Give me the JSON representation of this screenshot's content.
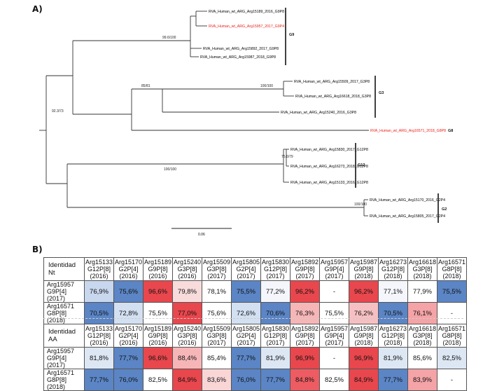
{
  "panel_a_label": "A)",
  "panel_b_label": "B)",
  "tree": {
    "leaves": [
      {
        "id": "l1",
        "label": "RVA_Human_wt_ARG_Arg15189_2016_G9P8",
        "color": "#222222"
      },
      {
        "id": "l2",
        "label": "RVA_Human_wt_ARG_Arg15957_2017_G9P4",
        "color": "#e8211b"
      },
      {
        "id": "l3",
        "label": "RVA_Human_wt_ARG_Arg15892_2017_G9P8",
        "color": "#222222"
      },
      {
        "id": "l4",
        "label": "RVA_Human_wt_ARG_Arg15987_2018_G9P8",
        "color": "#222222"
      },
      {
        "id": "l5",
        "label": "RVA_Human_wt_ARG_Arg15509_2017_G3P8",
        "color": "#222222"
      },
      {
        "id": "l6",
        "label": "RVA_Human_wt_ARG_Arg16618_2018_G3P8",
        "color": "#222222"
      },
      {
        "id": "l7",
        "label": "RVA_Human_wt_ARG_Arg15240_2016_G3P8",
        "color": "#222222"
      },
      {
        "id": "l8",
        "label": "RVA_Human_wt_ARG_Arg16571_2018_G8P8",
        "color": "#e8211b"
      },
      {
        "id": "l9",
        "label": "RVA_Human_wt_ARG_Arg15830_2017_G12P8",
        "color": "#222222"
      },
      {
        "id": "l10",
        "label": "RVA_Human_wt_ARG_Arg16273_2018_G12P8",
        "color": "#222222"
      },
      {
        "id": "l11",
        "label": "RVA_Human_wt_ARG_Arg15133_2016_G12P8",
        "color": "#222222"
      },
      {
        "id": "l12",
        "label": "RVA_Human_wt_ARG_Arg15170_2016_G2P4",
        "color": "#222222"
      },
      {
        "id": "l13",
        "label": "RVA_Human_wt_ARG_Arg15805_2017_G2P4",
        "color": "#222222"
      }
    ],
    "support_labels": [
      "99.6/100",
      "85/81",
      "100/100",
      "92.3/73",
      "75.6/79",
      "100/100",
      "100/100"
    ],
    "clades": [
      "G9",
      "G3",
      "G8",
      "G12",
      "G2"
    ],
    "scale_label": "0.06"
  },
  "columns": [
    {
      "id": "Arg15133",
      "line1": "Arg15133",
      "line2": "G12P[8]",
      "line3": "(2016)"
    },
    {
      "id": "Arg15170",
      "line1": "Arg15170",
      "line2": "G2P[4]",
      "line3": "(2016)"
    },
    {
      "id": "Arg15189",
      "line1": "Arg15189",
      "line2": "G9P[8]",
      "line3": "(2016)"
    },
    {
      "id": "Arg15240",
      "line1": "Arg15240",
      "line2": "G3P[8]",
      "line3": "(2016)"
    },
    {
      "id": "Arg15509",
      "line1": "Arg15509",
      "line2": "G3P[8]",
      "line3": "(2017)"
    },
    {
      "id": "Arg15805",
      "line1": "Arg15805",
      "line2": "G2P[4]",
      "line3": "(2017)"
    },
    {
      "id": "Arg15830",
      "line1": "Arg15830",
      "line2": "G12P[8]",
      "line3": "(2017)"
    },
    {
      "id": "Arg15892",
      "line1": "Arg15892",
      "line2": "G9P[8]",
      "line3": "(2017)"
    },
    {
      "id": "Arg15957",
      "line1": "Arg15957",
      "line2": "G9P[4]",
      "line3": "(2017)"
    },
    {
      "id": "Arg15987",
      "line1": "Arg15987",
      "line2": "G9P[8]",
      "line3": "(2018)"
    },
    {
      "id": "Arg16273",
      "line1": "Arg16273",
      "line2": "G12P[8]",
      "line3": "(2018)"
    },
    {
      "id": "Arg16618",
      "line1": "Arg16618",
      "line2": "G3P[8]",
      "line3": "(2018)"
    },
    {
      "id": "Arg16571",
      "line1": "Arg16571",
      "line2": "G8P[8]",
      "line3": "(2018)"
    }
  ],
  "tables": [
    {
      "id": "nt",
      "title": "Identidad Nt",
      "rows": [
        {
          "line1": "Arg15957",
          "line2": "G9P[4] (2017)",
          "values": [
            "76,9%",
            "75,6%",
            "96,6%",
            "79,8%",
            "78,1%",
            "75,5%",
            "77,2%",
            "96,2%",
            "-",
            "96,2%",
            "77,1%",
            "77,9%",
            "75,5%"
          ],
          "colors": [
            "#c8d7ee",
            "#5b85c5",
            "#e8474d",
            "#f8dcdc",
            "#ffffff",
            "#5b85c5",
            "#f4f6fb",
            "#e8474d",
            "#ffffff",
            "#e8474d",
            "#f4f6fb",
            "#ffffff",
            "#5b85c5"
          ]
        },
        {
          "line1": "Arg16571",
          "line2": "G8P[8] (2018)",
          "values": [
            "70,5%",
            "72,8%",
            "75,5%",
            "77,0%",
            "75,6%",
            "72,6%",
            "70,6%",
            "76,3%",
            "75,5%",
            "76,2%",
            "70,5%",
            "76,1%",
            "-"
          ],
          "colors": [
            "#5b85c5",
            "#d3e0f2",
            "#ffffff",
            "#e8474d",
            "#ffffff",
            "#d3e0f2",
            "#5b85c5",
            "#f6b6b8",
            "#ffffff",
            "#f6c0c2",
            "#5b85c5",
            "#f4a3a6",
            "#ffffff"
          ]
        }
      ]
    },
    {
      "id": "aa",
      "title": "Identidad AA",
      "rows": [
        {
          "line1": "Arg15957",
          "line2": "G9P[4] (2017)",
          "values": [
            "81,8%",
            "77,7%",
            "96,6%",
            "88,4%",
            "85,4%",
            "77,7%",
            "81,9%",
            "96,9%",
            "-",
            "96,9%",
            "81,9%",
            "85,6%",
            "82,5%"
          ],
          "colors": [
            "#dde7f4",
            "#5b85c5",
            "#e8474d",
            "#f6b6b8",
            "#ffffff",
            "#5b85c5",
            "#dde7f4",
            "#e8474d",
            "#ffffff",
            "#e8474d",
            "#dde7f4",
            "#ffffff",
            "#dde7f4"
          ]
        },
        {
          "line1": "Arg16571",
          "line2": "G8P[8] (2018)",
          "values": [
            "77,7%",
            "76,0%",
            "82,5%",
            "84,9%",
            "83,6%",
            "76,0%",
            "77,7%",
            "84,8%",
            "82,5%",
            "84,9%",
            "77,7%",
            "83,9%",
            "-"
          ],
          "colors": [
            "#5b85c5",
            "#5b85c5",
            "#ffffff",
            "#e8474d",
            "#f9d5d6",
            "#5b85c5",
            "#5b85c5",
            "#ec5c62",
            "#ffffff",
            "#e8474d",
            "#5b85c5",
            "#f4a3a6",
            "#ffffff"
          ]
        }
      ]
    }
  ]
}
